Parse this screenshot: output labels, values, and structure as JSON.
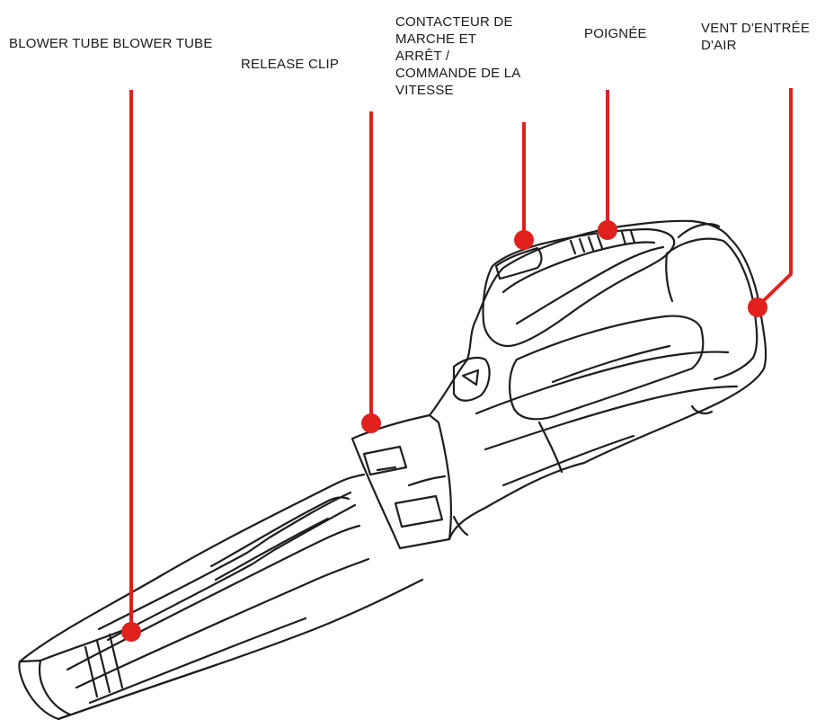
{
  "labels": {
    "blower_tube": "BLOWER  TUBE  BLOWER  TUBE",
    "release_clip": "RELEASE CLIP",
    "switch": [
      "CONTACTEUR DE",
      "MARCHE ET",
      "ARRÊT /",
      "COMMANDE DE LA",
      "VITESSE"
    ],
    "handle": "POIGNÉE",
    "air_vent": [
      "VENT D'ENTRÉE",
      "D'AIR"
    ]
  },
  "colors": {
    "callout": "#e0201c",
    "outline": "#1e1e1e",
    "text": "#1a1a1a"
  }
}
